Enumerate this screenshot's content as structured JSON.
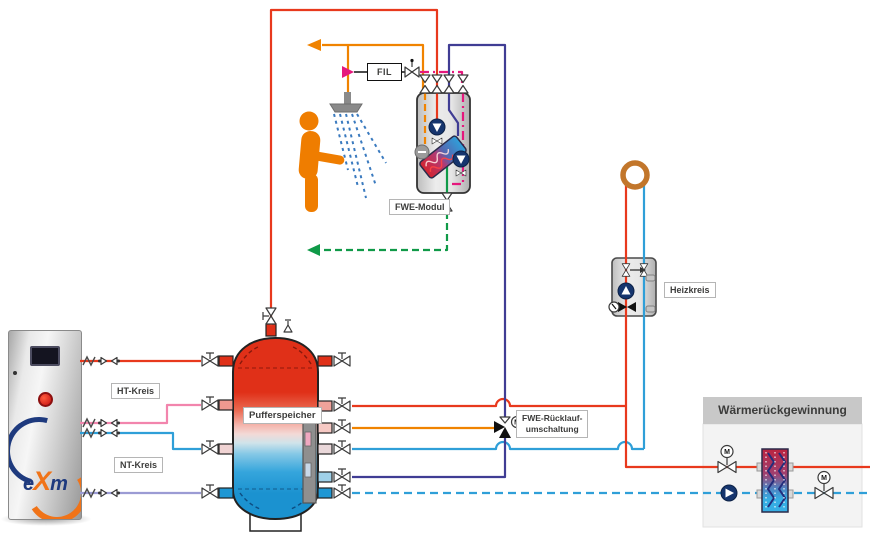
{
  "colors": {
    "red": "#e8391d",
    "orange": "#f08300",
    "pink": "#f285ad",
    "light_blue": "#2f9fd8",
    "purple": "#9b9bd4",
    "navy": "#403d94",
    "magenta": "#e5187d",
    "green": "#109a48",
    "copper": "#c2762b",
    "pump_navy": "#16356e",
    "tank_top": "#e03018",
    "tank_bottom": "#1b92d0",
    "label_text": "#3c3c3b"
  },
  "labels": {
    "motor": "M"
  },
  "boiler": {
    "logo_e": "e",
    "logo_x": "X",
    "logo_m": "m",
    "ht_label": "HT-Kreis",
    "nt_label": "NT-Kreis"
  },
  "storage": {
    "label": "Pufferspeicher"
  },
  "fwe": {
    "module_label": "FWE-Modul",
    "filter_label": "FIL",
    "switch_label_line1": "FWE-Rücklauf-",
    "switch_label_line2": "umschaltung"
  },
  "heizkreis": {
    "label": "Heizkreis"
  },
  "wrg": {
    "label": "Wärmerückgewinnung"
  }
}
